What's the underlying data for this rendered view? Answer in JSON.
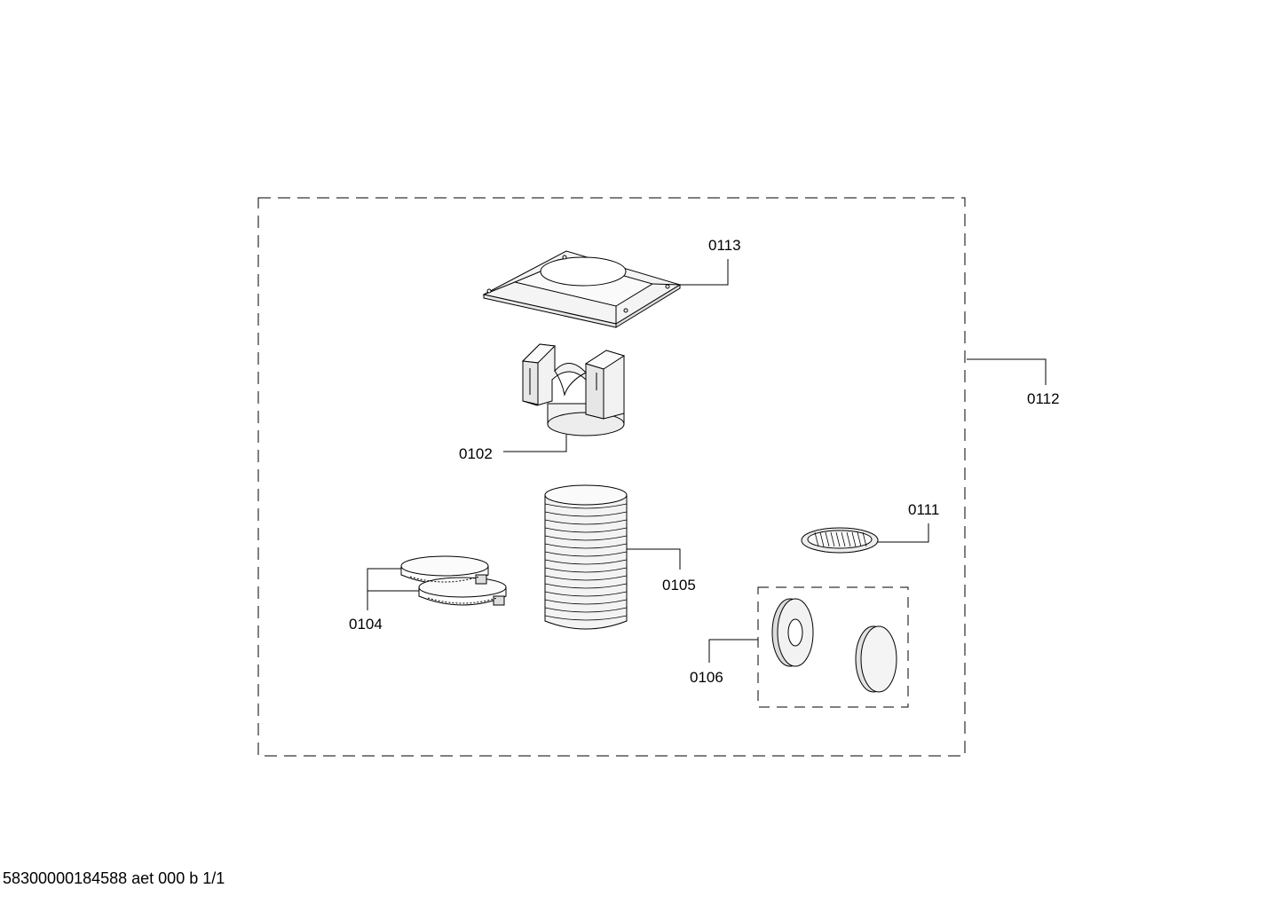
{
  "callouts": {
    "p0113": "0113",
    "p0112": "0112",
    "p0102": "0102",
    "p0111": "0111",
    "p0105": "0105",
    "p0104": "0104",
    "p0106": "0106"
  },
  "footer": {
    "drawing_id": "58300000184588 aet 000 b 1/1"
  },
  "colors": {
    "line": "#000000",
    "part_fill": "#f2f2f2",
    "hose_stripe": "#e8e8e8",
    "background": "#ffffff"
  },
  "icons": [
    "mounting-bracket-icon",
    "duct-adapter-icon",
    "flexible-hose-icon",
    "hose-clamp-icon",
    "grille-icon",
    "cover-disc-icon"
  ]
}
